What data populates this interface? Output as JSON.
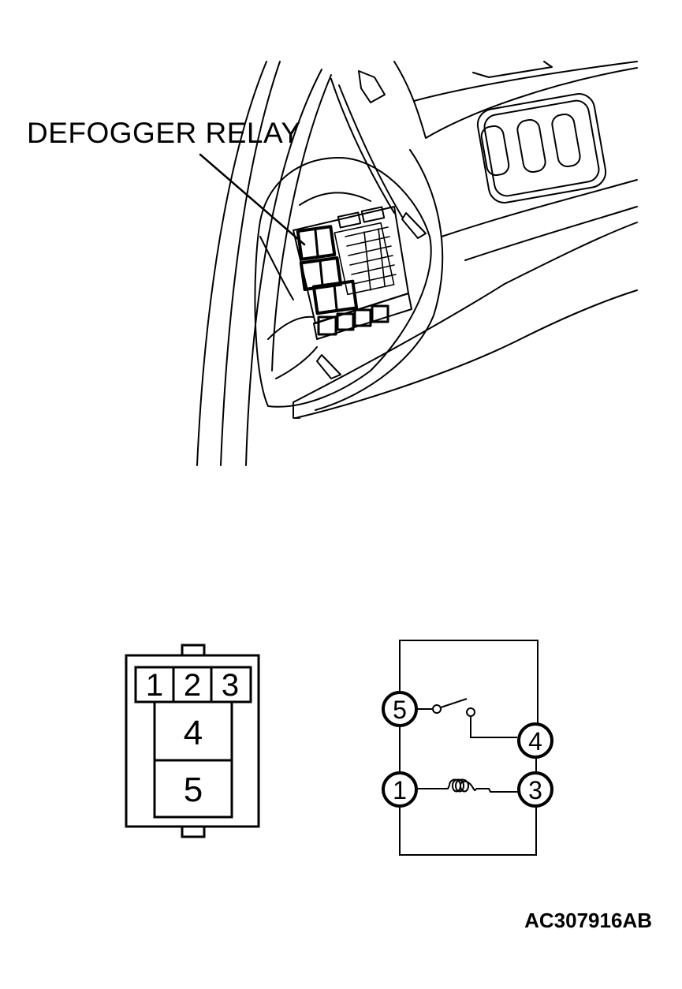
{
  "labels": {
    "callout": "DEFOGGER RELAY",
    "figure_code": "AC307916AB"
  },
  "connector": {
    "top_pins": [
      "1",
      "2",
      "3"
    ],
    "middle_pin": "4",
    "bottom_pin": "5"
  },
  "schematic": {
    "terminal_5": "5",
    "terminal_4": "4",
    "terminal_1": "1",
    "terminal_3": "3"
  }
}
